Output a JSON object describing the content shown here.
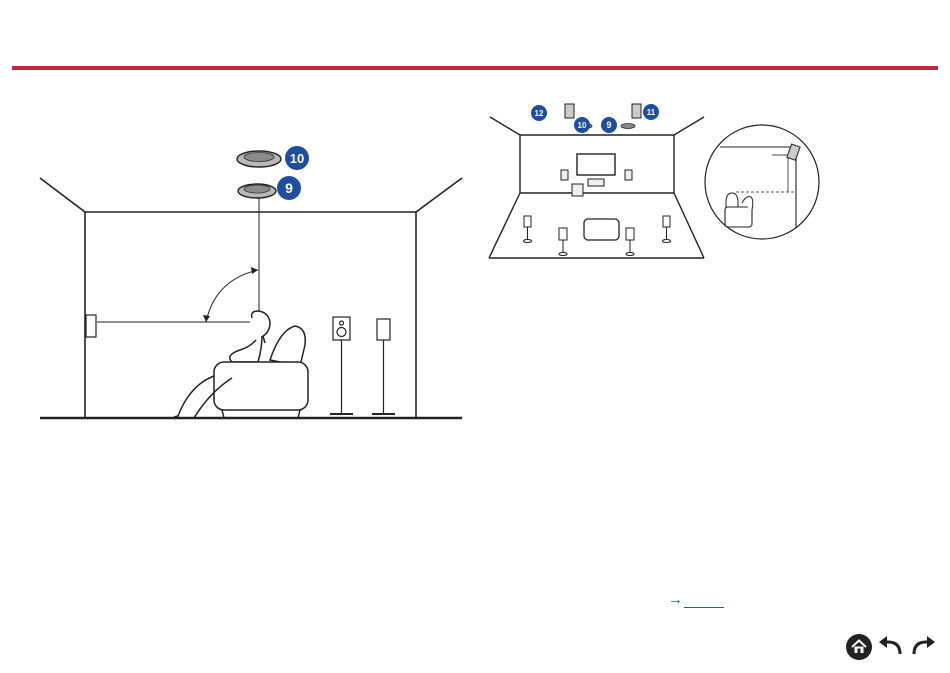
{
  "header": {
    "accent_color": "#c0243a"
  },
  "figure_left": {
    "badges": [
      {
        "label": "10",
        "color": "#1f4e9c"
      },
      {
        "label": "9",
        "color": "#1f4e9c"
      }
    ]
  },
  "figure_right": {
    "badges": [
      {
        "label": "12",
        "color": "#1f4e9c"
      },
      {
        "label": "10",
        "color": "#1f4e9c"
      },
      {
        "label": "9",
        "color": "#1f4e9c"
      },
      {
        "label": "11",
        "color": "#1f4e9c"
      }
    ]
  },
  "link": {
    "arrow": "→",
    "text": ""
  },
  "nav": {
    "home_icon": "home-icon",
    "back_icon": "undo-arrow-icon",
    "forward_icon": "redo-arrow-icon",
    "color": "#222222"
  }
}
